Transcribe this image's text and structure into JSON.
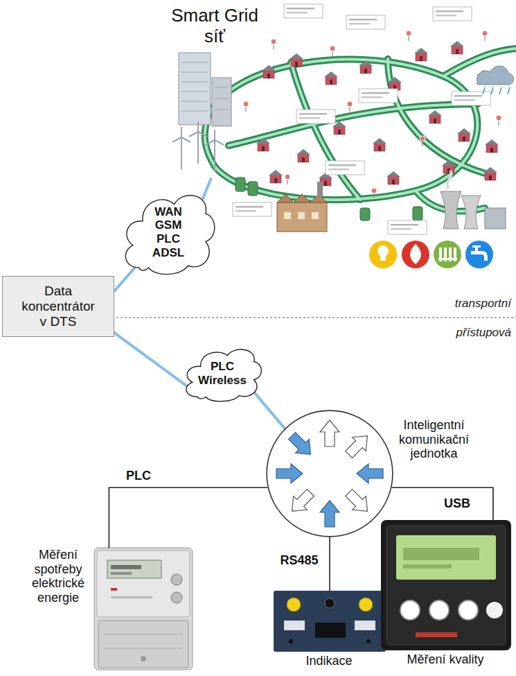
{
  "diagram": {
    "nodes": [
      {
        "text": [
          "Smart Grid síť"
        ]
      },
      {
        "text": [
          "WAN GSM PLC ADSL"
        ]
      },
      {
        "text": [
          "Data koncentrátor v DTS"
        ]
      },
      {
        "text": [
          "PLC Wireless"
        ]
      },
      {
        "text": [
          "Inteligentní komunikační jednotka"
        ]
      },
      {
        "text": [
          "Měření spotřeby elektrické energie"
        ]
      },
      {
        "text": [
          "Indikace"
        ]
      },
      {
        "text": [
          "Měření kvality"
        ]
      }
    ],
    "edges": [
      {
        "from": 2,
        "to": 1,
        "arrow": "none"
      },
      {
        "from": 1,
        "to": 0,
        "arrow": "none"
      },
      {
        "from": 2,
        "to": 3,
        "arrow": "none"
      },
      {
        "from": 3,
        "to": 4,
        "arrow": "none"
      },
      {
        "from": 4,
        "to": 5,
        "label": "PLC",
        "arrow": "none"
      },
      {
        "from": 4,
        "to": 6,
        "label": "RS485",
        "arrow": "none"
      },
      {
        "from": 4,
        "to": 7,
        "label": "USB",
        "arrow": "none"
      }
    ],
    "labels": [
      "transportní",
      "přístupová"
    ]
  }
}
